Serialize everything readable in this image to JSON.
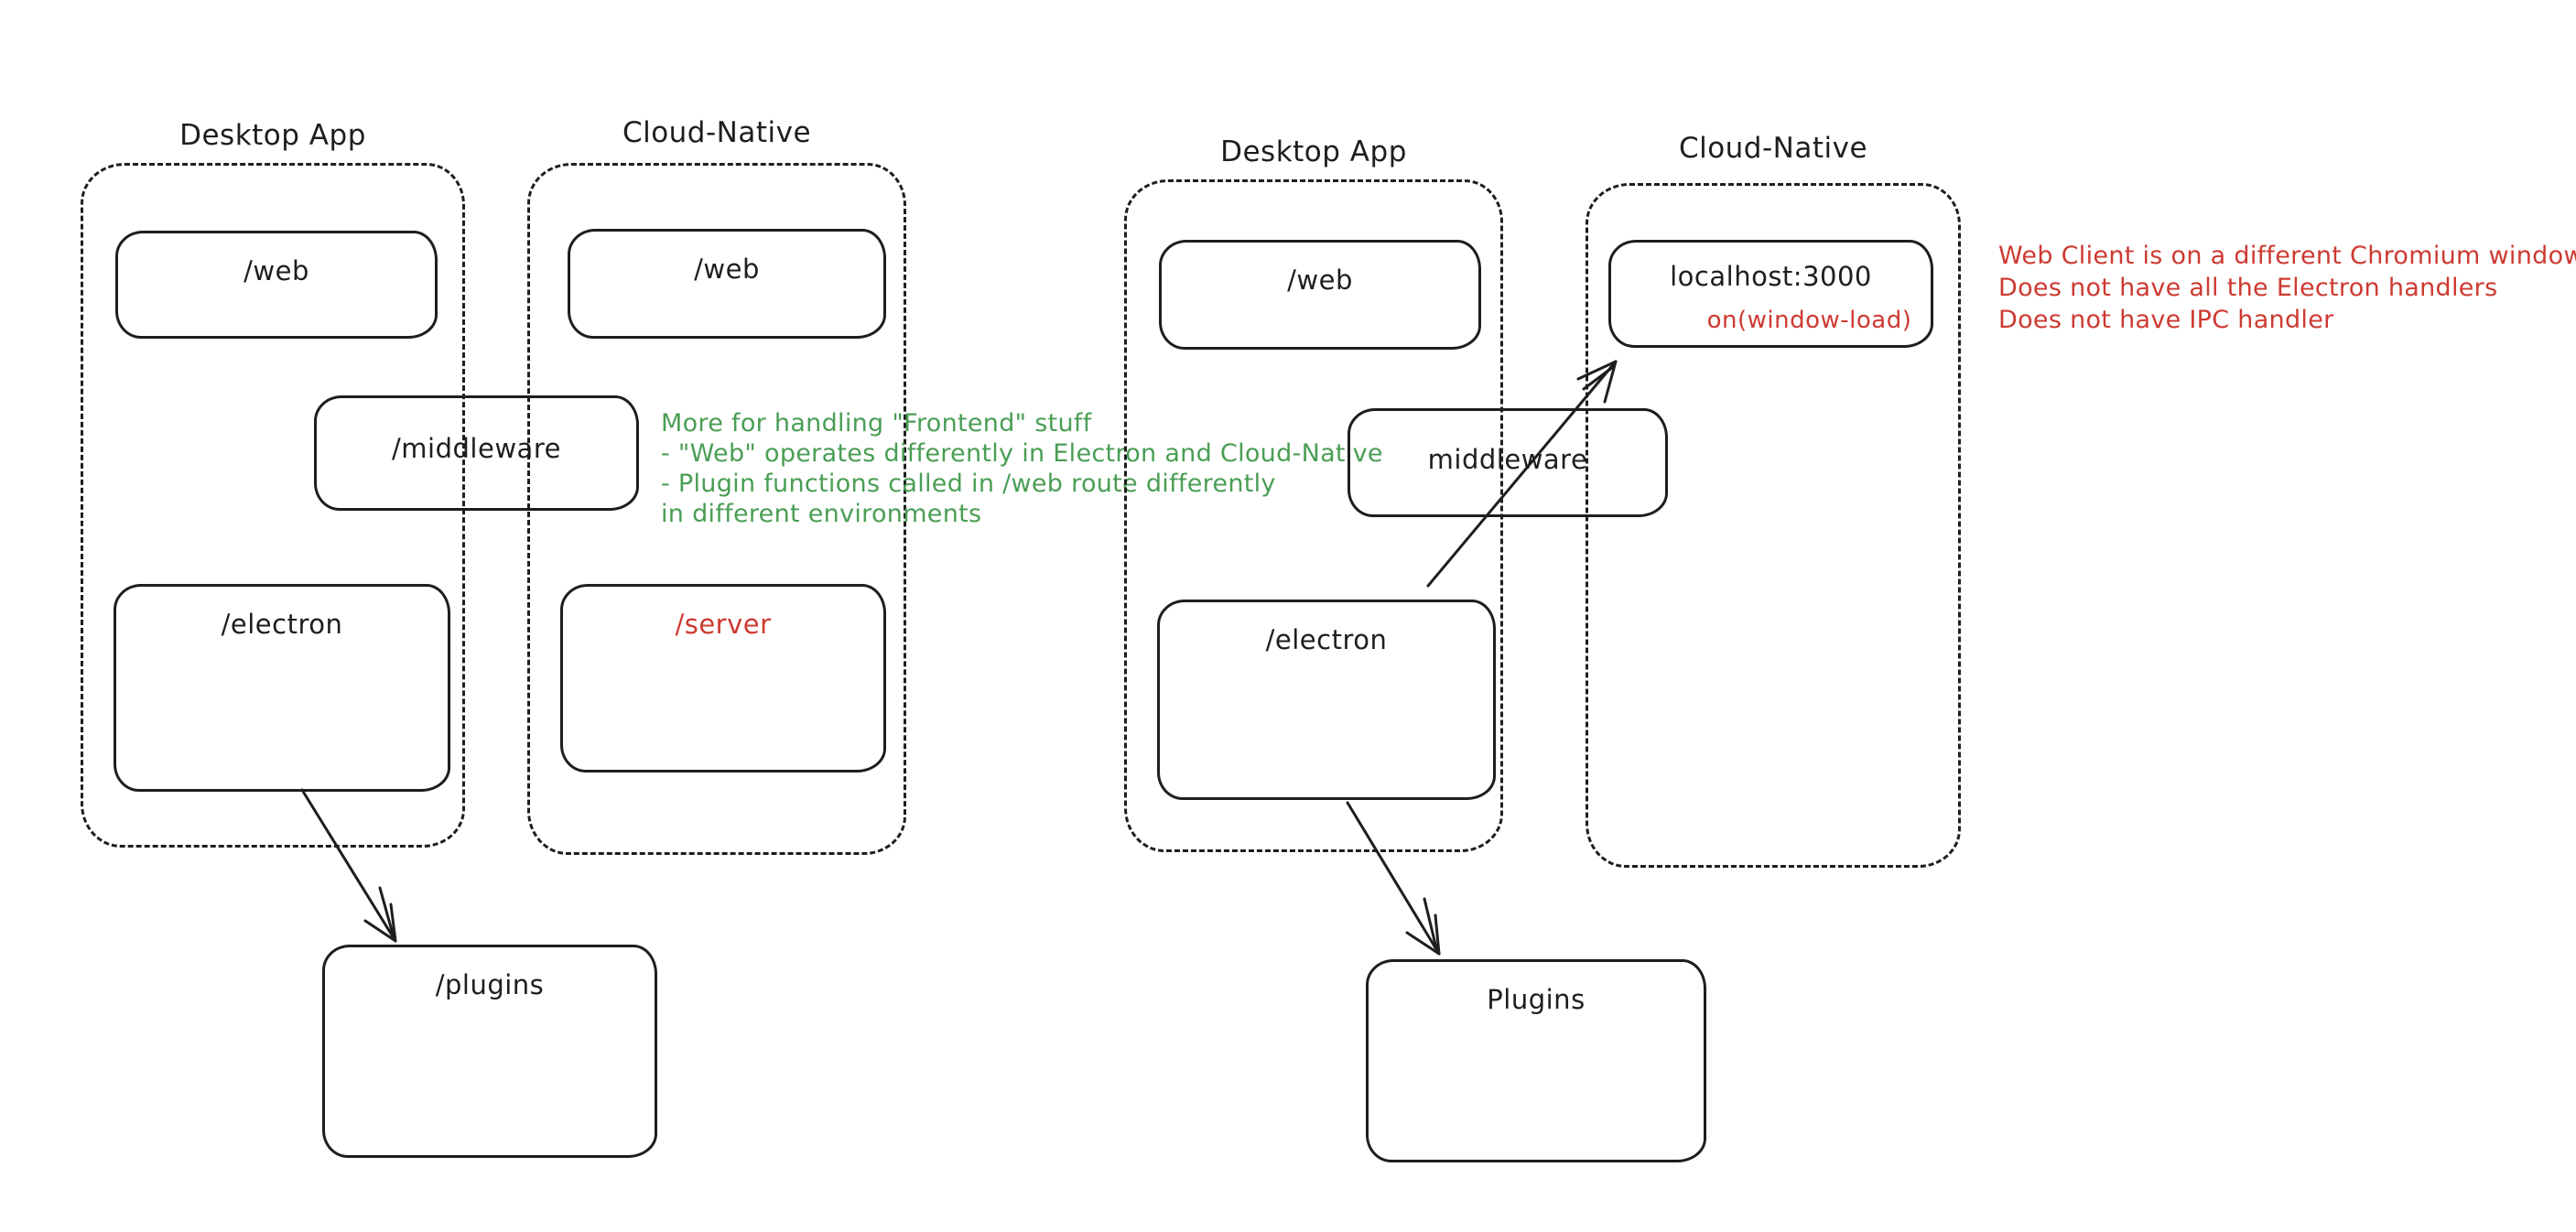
{
  "colors": {
    "ink": "#1e1e1e",
    "red": "#cd3a31",
    "green": "#4a9e55",
    "background": "#ffffff"
  },
  "left": {
    "desktop_column_label": "Desktop App",
    "cloud_column_label": "Cloud-Native",
    "web_desktop_node": "/web",
    "web_cloud_node": "/web",
    "middleware_node": "/middleware",
    "electron_node": "/electron",
    "server_node": "/server",
    "plugins_node": "/plugins",
    "frontend_note_lines": [
      "More for handling \"Frontend\" stuff",
      "- \"Web\" operates differently in Electron and Cloud-Native",
      "- Plugin functions called in /web route differently",
      "in different environments"
    ]
  },
  "right": {
    "desktop_column_label": "Desktop App",
    "cloud_column_label": "Cloud-Native",
    "web_node": "/web",
    "localhost_node": "localhost:3000",
    "localhost_event": "on(window-load)",
    "middleware_node": "middleware",
    "electron_node": "/electron",
    "plugins_node": "Plugins",
    "web_client_note_lines": [
      "Web Client is on a different Chromium window",
      "Does not have all the Electron handlers",
      "Does not have IPC handler"
    ]
  }
}
